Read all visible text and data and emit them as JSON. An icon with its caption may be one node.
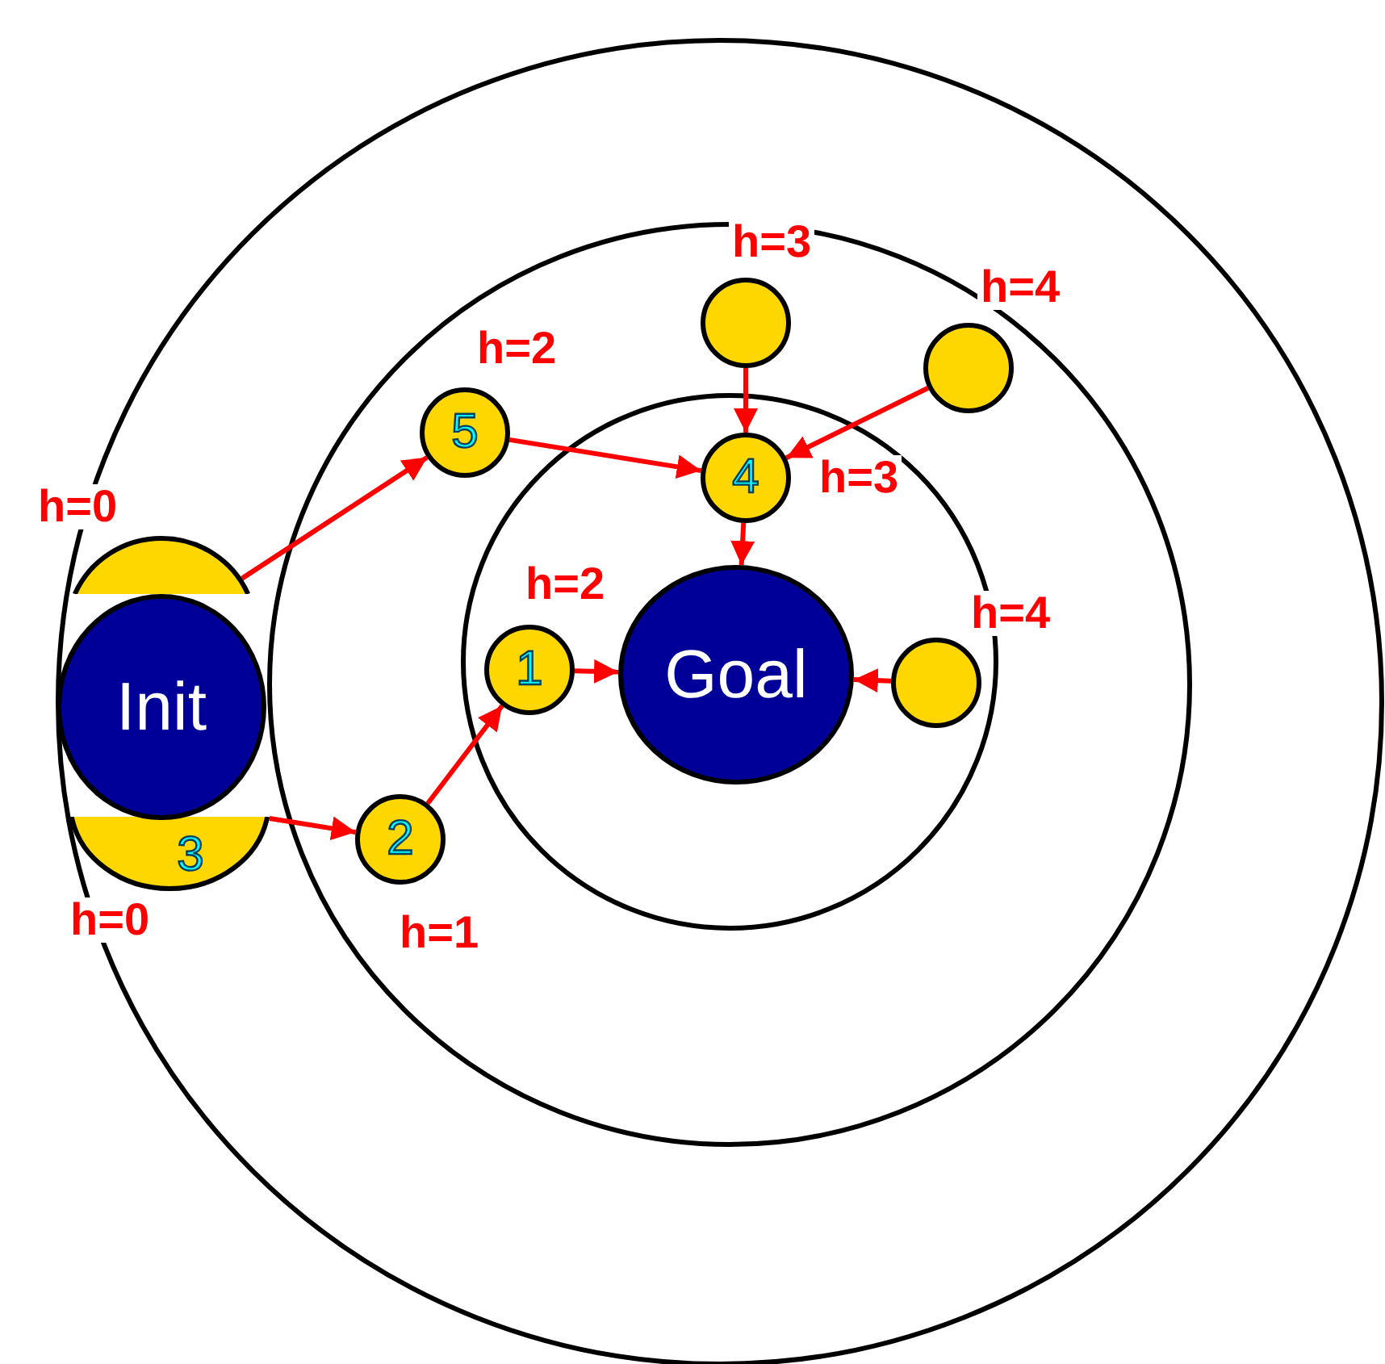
{
  "diagram": {
    "nodes": [
      {
        "text": [],
        "shape": "circle",
        "beside": [
          "h=0"
        ]
      },
      {
        "text": [
          "3"
        ],
        "beside": [
          "h=0"
        ]
      },
      {
        "text": [
          "Init"
        ]
      },
      {
        "text": [
          "5"
        ],
        "beside": [
          "h=2"
        ]
      },
      {
        "text": [
          "2"
        ],
        "beside": [
          "h=1"
        ]
      },
      {
        "text": [
          "1"
        ],
        "beside": [
          "h=2"
        ]
      },
      {
        "text": [
          "Goal"
        ]
      },
      {
        "text": [],
        "shape": "circle",
        "beside": [
          "h=3"
        ]
      },
      {
        "text": [],
        "shape": "circle",
        "beside": [
          "h=4"
        ]
      },
      {
        "text": [
          "4"
        ],
        "beside": [
          "h=3"
        ]
      },
      {
        "text": [],
        "shape": "circle",
        "beside": [
          "h=4"
        ]
      }
    ],
    "edges": [
      {
        "from": 0,
        "to": 3,
        "arrow": "to"
      },
      {
        "from": 1,
        "to": 4,
        "arrow": "to"
      },
      {
        "from": 4,
        "to": 5,
        "arrow": "to"
      },
      {
        "from": 3,
        "to": 9,
        "arrow": "to"
      },
      {
        "from": 7,
        "to": 9,
        "arrow": "to"
      },
      {
        "from": 8,
        "to": 9,
        "arrow": "to"
      },
      {
        "from": 9,
        "to": 6,
        "arrow": "to"
      },
      {
        "from": 5,
        "to": 6,
        "arrow": "to"
      },
      {
        "from": 10,
        "to": 6,
        "arrow": "to"
      }
    ]
  }
}
